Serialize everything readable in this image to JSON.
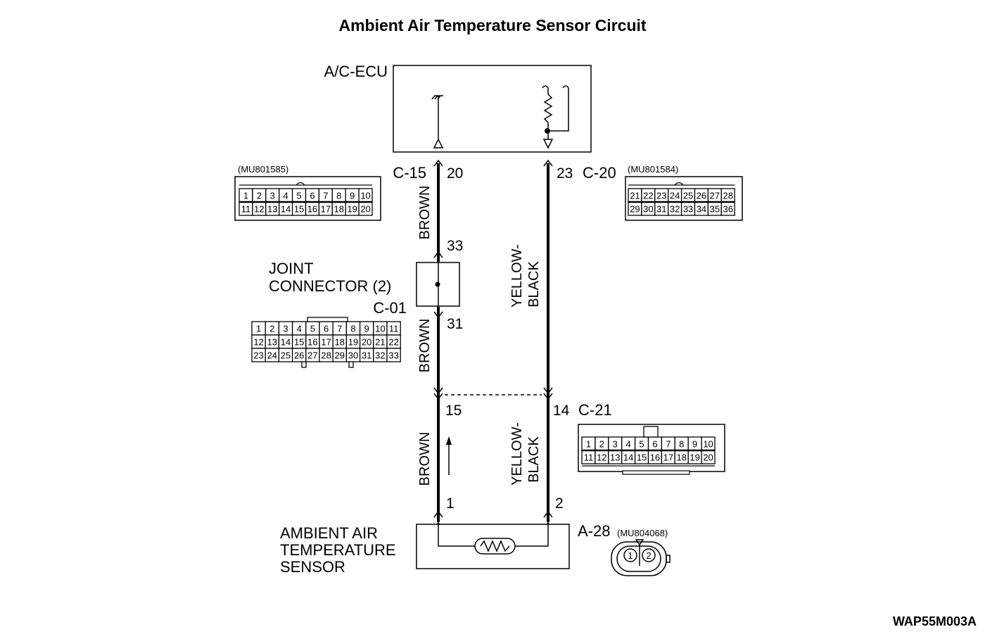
{
  "title": "Ambient Air Temperature Sensor Circuit",
  "drawing_code": "WAP55M003A",
  "ecu": {
    "label": "A/C-ECU"
  },
  "joint": {
    "label_line1": "JOINT",
    "label_line2": "CONNECTOR (2)",
    "connector_id": "C-01"
  },
  "sensor": {
    "line1": "AMBIENT AIR",
    "line2": "TEMPERATURE",
    "line3": "SENSOR",
    "connector_id": "A-28",
    "part": "(MU804068)",
    "pin_labels": [
      "1",
      "2"
    ]
  },
  "connectors": {
    "c15": {
      "id": "C-15",
      "part": "(MU801585)",
      "rows": [
        [
          "1",
          "2",
          "3",
          "4",
          "5",
          "6",
          "7",
          "8",
          "9",
          "10"
        ],
        [
          "11",
          "12",
          "13",
          "14",
          "15",
          "16",
          "17",
          "18",
          "19",
          "20"
        ]
      ]
    },
    "c20": {
      "id": "C-20",
      "part": "(MU801584)",
      "rows": [
        [
          "21",
          "22",
          "23",
          "24",
          "25",
          "26",
          "27",
          "28"
        ],
        [
          "29",
          "30",
          "31",
          "32",
          "33",
          "34",
          "35",
          "36"
        ]
      ]
    },
    "c01": {
      "rows": [
        [
          "1",
          "2",
          "3",
          "4",
          "5",
          "6",
          "7",
          "8",
          "9",
          "10",
          "11"
        ],
        [
          "12",
          "13",
          "14",
          "15",
          "16",
          "17",
          "18",
          "19",
          "20",
          "21",
          "22"
        ],
        [
          "23",
          "24",
          "25",
          "26",
          "27",
          "28",
          "29",
          "30",
          "31",
          "32",
          "33"
        ]
      ]
    },
    "c21": {
      "id": "C-21",
      "rows": [
        [
          "1",
          "2",
          "3",
          "4",
          "5",
          "6",
          "7",
          "8",
          "9",
          "10"
        ],
        [
          "11",
          "12",
          "13",
          "14",
          "15",
          "16",
          "17",
          "18",
          "19",
          "20"
        ]
      ]
    }
  },
  "pins": {
    "c15_pin": "20",
    "c20_pin": "23",
    "joint_in": "33",
    "joint_out": "31",
    "c21_left": "15",
    "c21_right": "14",
    "sensor_left": "1",
    "sensor_right": "2"
  },
  "wires": {
    "brown": "BROWN",
    "yellow_black_1": "YELLOW-",
    "yellow_black_2": "BLACK"
  }
}
